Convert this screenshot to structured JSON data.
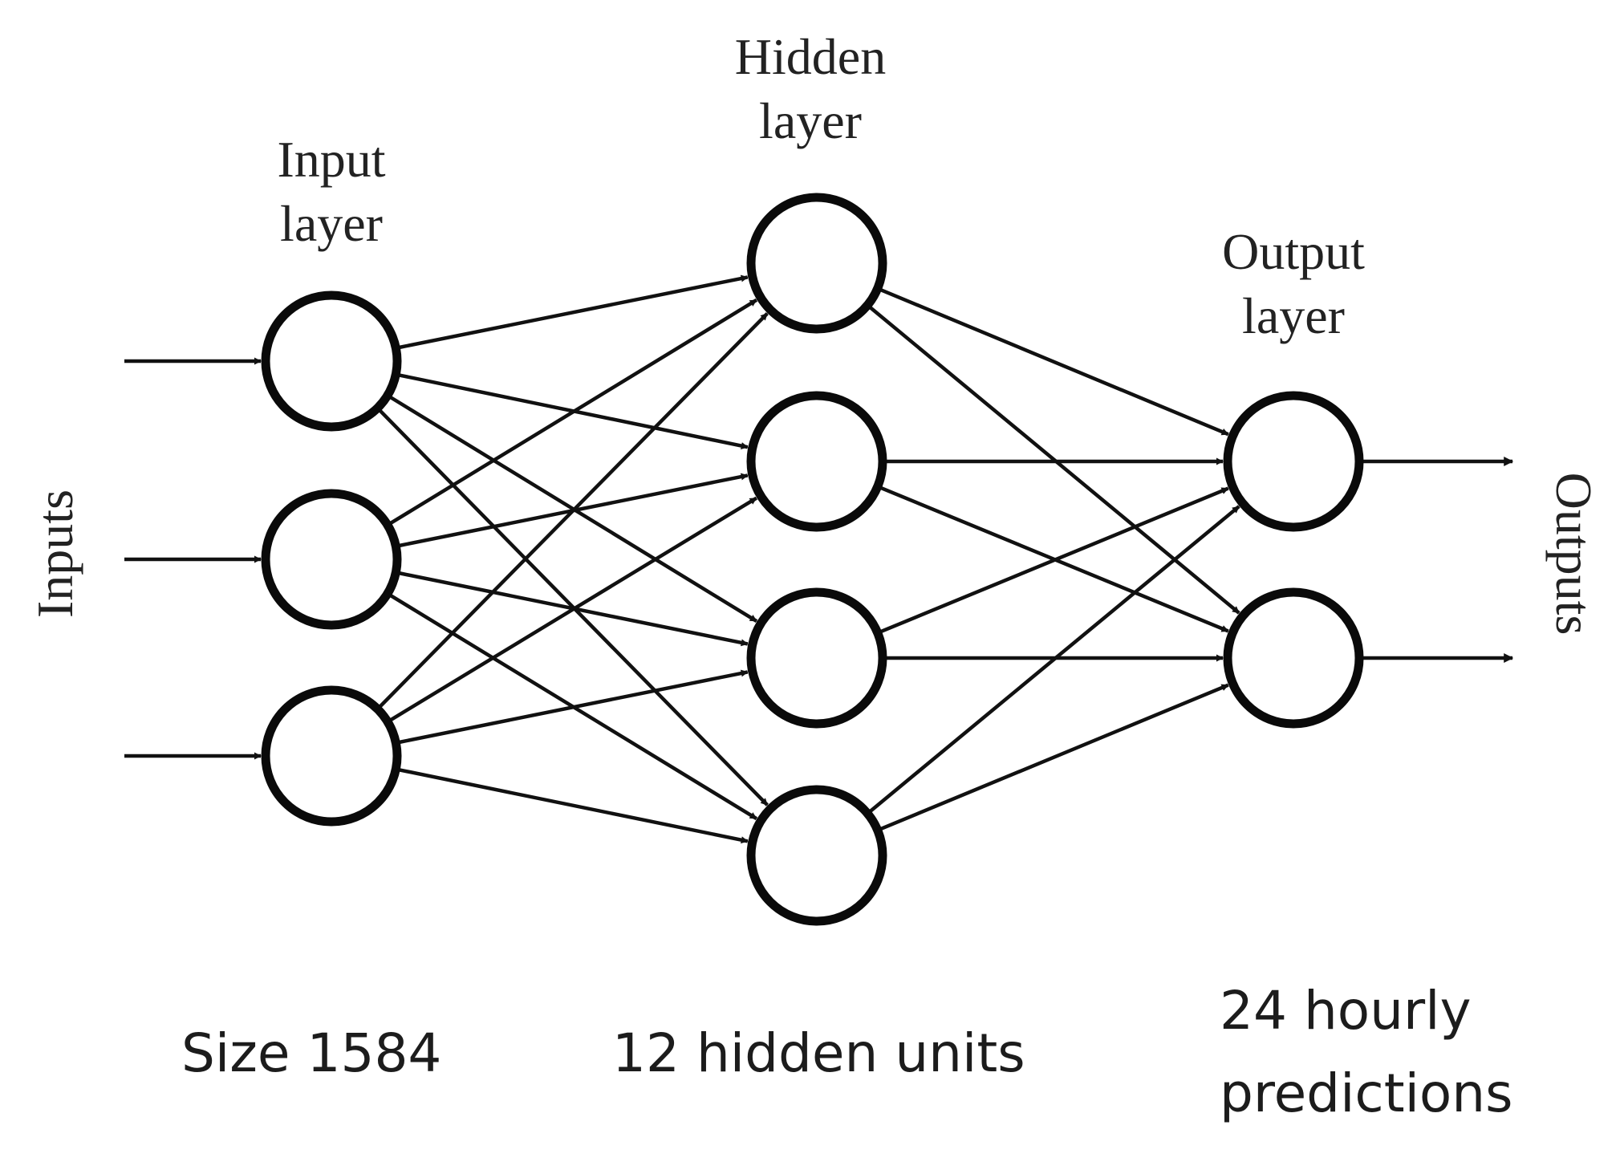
{
  "layers": [
    {
      "id": "input",
      "title_line1": "Input",
      "title_line2": "layer",
      "node_count": 3,
      "caption_line1": "Size 1584",
      "caption_line2": ""
    },
    {
      "id": "hidden",
      "title_line1": "Hidden",
      "title_line2": "layer",
      "node_count": 4,
      "caption_line1": "12 hidden units",
      "caption_line2": ""
    },
    {
      "id": "output",
      "title_line1": "Output",
      "title_line2": "layer",
      "node_count": 2,
      "caption_line1": "24 hourly",
      "caption_line2": "predictions"
    }
  ],
  "side_labels": {
    "left": "Inputs",
    "right": "Outputs"
  },
  "colors": {
    "stroke": "#0a0a0a",
    "background": "#ffffff"
  }
}
